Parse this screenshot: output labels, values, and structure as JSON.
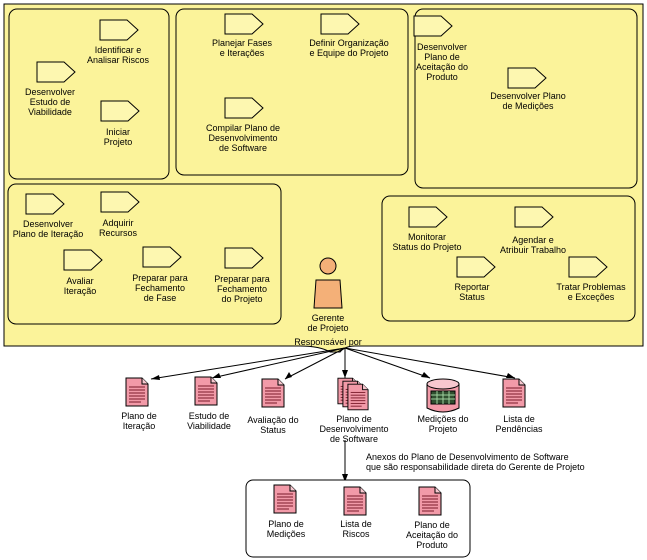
{
  "title": "",
  "colors": {
    "panel_fill": "#fbf39a",
    "panel_stroke": "#000000",
    "activity_fill": "#fdf7b0",
    "doc_fill": "#f29aa8",
    "doc_lines": "#7a1b2a",
    "actor_fill": "#f4b078",
    "db_fill": "#f29aa8"
  },
  "activities": {
    "identificar": "Identificar e\nAnalisar Riscos",
    "estudo_viab": "Desenvolver\nEstudo de\nViabilidade",
    "iniciar": "Iniciar\nProjeto",
    "planejar_fases": "Planejar Fases\ne Iterações",
    "definir_org": "Definir Organização\ne Equipe do Projeto",
    "compilar": "Compilar Plano de\nDesenvolvimento\nde Software",
    "plano_aceit": "Desenvolver\nPlano de\nAceitação do\nProduto",
    "plano_med": "Desenvolver Plano\nde Medições",
    "plano_iter": "Desenvolver\nPlano de Iteração",
    "adquirir": "Adquirir\nRecursos",
    "avaliar": "Avaliar\nIteração",
    "prep_fase": "Preparar para\nFechamento\nde Fase",
    "prep_proj": "Preparar para\nFechamento\ndo Projeto",
    "monitorar": "Monitorar\nStatus do Projeto",
    "agendar": "Agendar e\nAtribuir Trabalho",
    "reportar": "Reportar\nStatus",
    "tratar": "Tratar Problemas\ne Exceções"
  },
  "actor": {
    "name": "Gerente\nde Projeto",
    "relation": "Responsável por"
  },
  "artifacts": {
    "plano_iter": "Plano de\nIteração",
    "estudo": "Estudo de\nViabilidade",
    "avaliacao": "Avaliação do\nStatus",
    "pds": "Plano de\nDesenvolvimento\nde Software",
    "medicoes_proj": "Medições do\nProjeto",
    "pendencias": "Lista de\nPendências"
  },
  "annex_note": "Anexos do Plano de Desenvolvimento de Software\nque são responsabilidade direta do Gerente de Projeto",
  "annex": {
    "plano_med": "Plano de\nMedições",
    "riscos": "Lista de\nRiscos",
    "aceitacao": "Plano de\nAceitação do\nProduto"
  }
}
